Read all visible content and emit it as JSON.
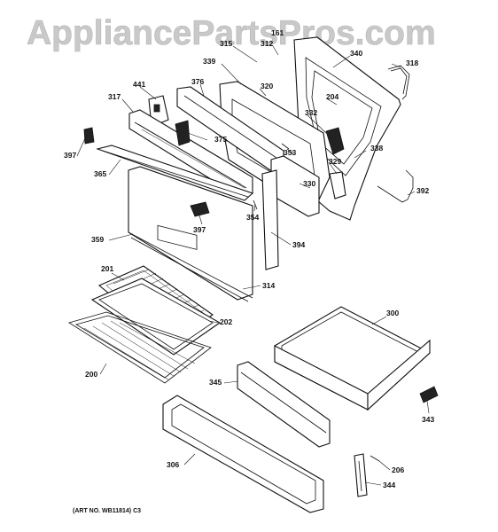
{
  "watermark": "AppliancePartsPros.com",
  "art_number": "(ART NO. WB11814) C3",
  "callouts": {
    "c315": "315",
    "c312": "312",
    "c161": "161",
    "c339": "339",
    "c340": "340",
    "c318": "318",
    "c441": "441",
    "c376": "376",
    "c320": "320",
    "c204": "204",
    "c317": "317",
    "c332": "332",
    "c375": "375",
    "c353": "353",
    "c329": "329",
    "c338": "338",
    "c397a": "397",
    "c365": "365",
    "c330": "330",
    "c392": "392",
    "c354": "354",
    "c397b": "397",
    "c359": "359",
    "c394": "394",
    "c201": "201",
    "c314": "314",
    "c300": "300",
    "c202": "202",
    "c200": "200",
    "c345": "345",
    "c343": "343",
    "c306": "306",
    "c206": "206",
    "c344": "344"
  }
}
